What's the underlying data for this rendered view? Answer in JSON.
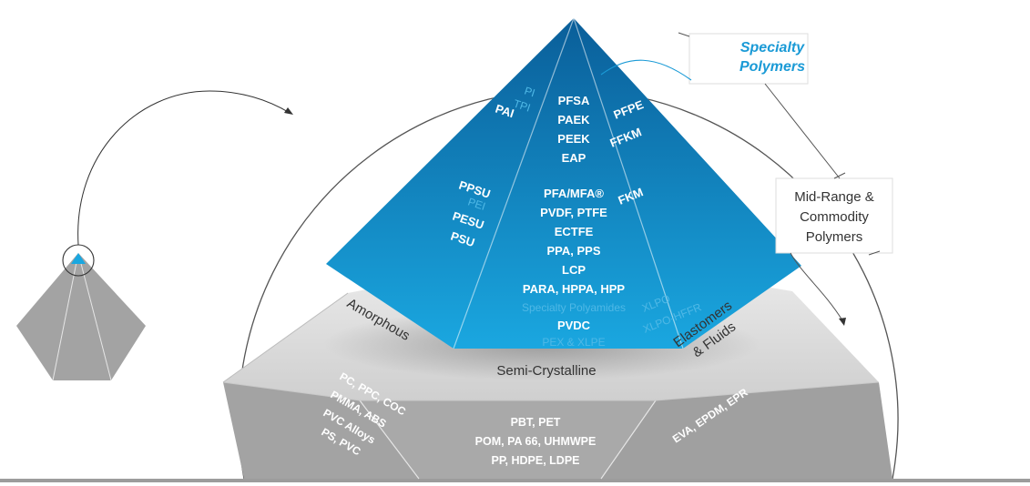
{
  "callouts": {
    "specialty": [
      "Specialty",
      "Polymers"
    ],
    "midrange": [
      "Mid-Range &",
      "Commodity",
      "Polymers"
    ]
  },
  "pyramid": {
    "center": [
      "PFSA",
      "PAEK",
      "PEEK",
      "EAP",
      "PFA/MFA®",
      "PVDF, PTFE",
      "ECTFE",
      "PPA, PPS",
      "LCP",
      "PARA, HPPA, HPP",
      "PVDC"
    ],
    "center_faint": [
      "Specialty Polyamides",
      "PEX & XLPE"
    ],
    "left": [
      "PAI",
      "PPSU",
      "PESU",
      "PSU"
    ],
    "left_faint": [
      "PI",
      "TPI",
      "PEI"
    ],
    "right": [
      "PFPE",
      "FFKM",
      "FKM"
    ],
    "right_faint": [
      "XLPO",
      "XLPO-HFFR"
    ]
  },
  "base": {
    "labels": {
      "amorphous": "Amorphous",
      "semi": "Semi-Crystalline",
      "elastomers": [
        "Elastomers",
        "& Fluids"
      ]
    },
    "left": [
      "PC, PPC, COC",
      "PMMA, ABS",
      "PVC Alloys",
      "PS, PVC"
    ],
    "center": [
      "PBT, PET",
      "POM, PA 66, UHMWPE",
      "PP, HDPE, LDPE"
    ],
    "right": [
      "EVA, EPDM, EPR"
    ]
  },
  "colors": {
    "specialty_blue": "#1a9ad6",
    "pyramid_top": "#0a5e99",
    "pyramid_bottom": "#1aa7e0",
    "base_gray": "#9c9c9c"
  }
}
